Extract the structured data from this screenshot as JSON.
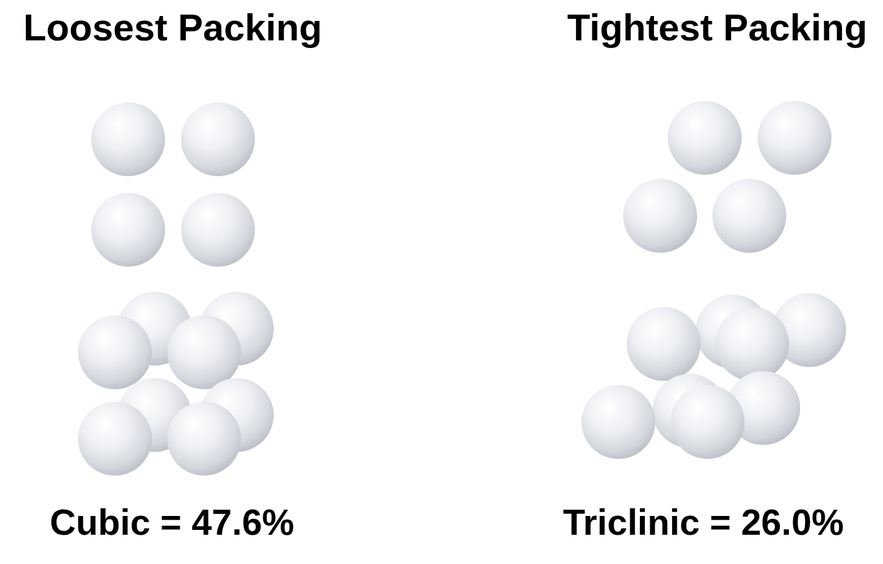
{
  "diagram": {
    "labels": [
      "Loosest Packing",
      "Tightest Packing",
      "Cubic = 47.6%",
      "Triclinic = 26.0%"
    ]
  }
}
